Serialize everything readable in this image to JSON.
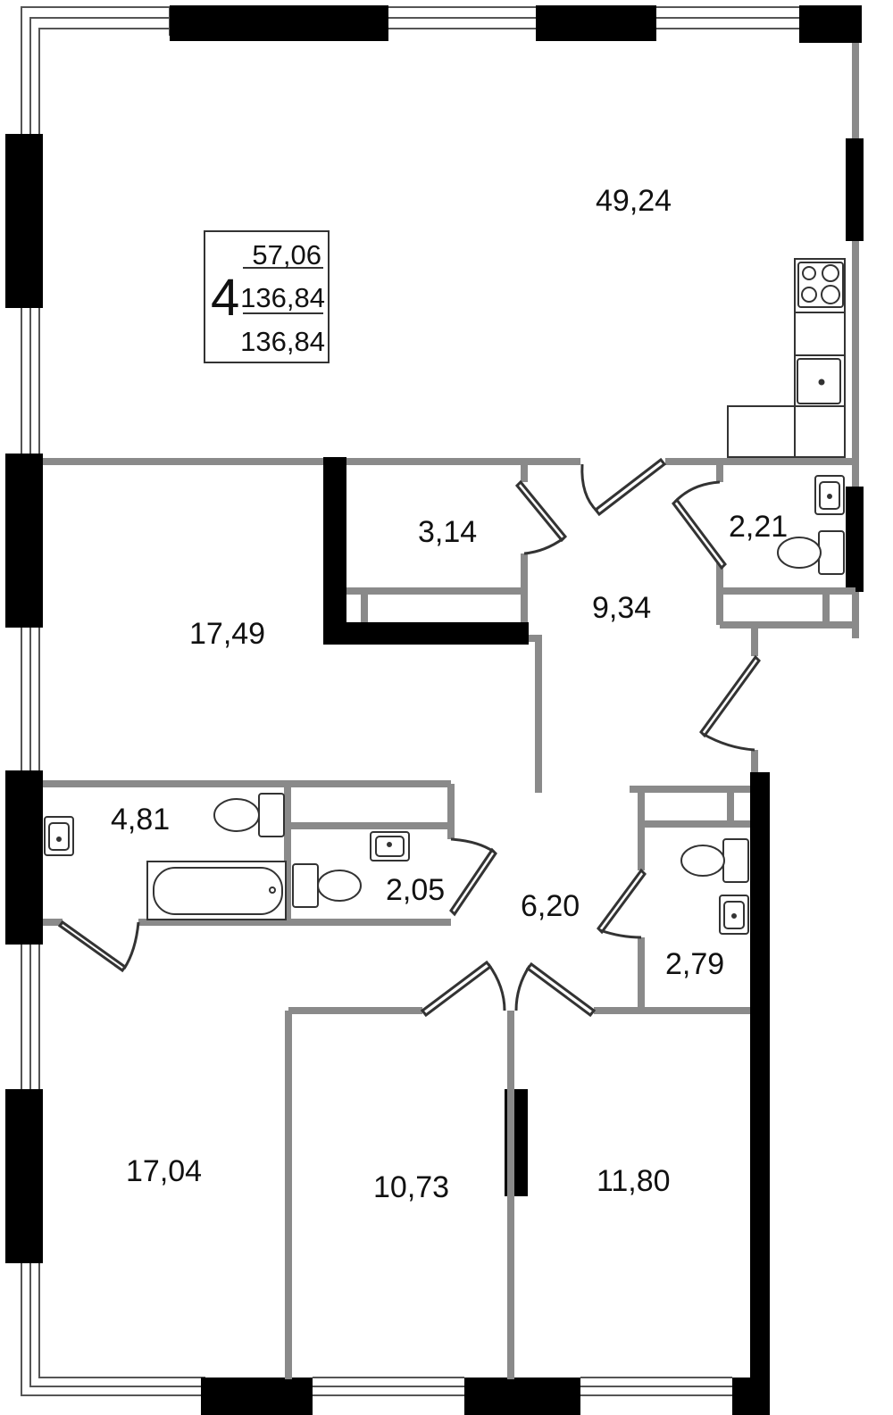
{
  "summary": {
    "rooms": "4",
    "living_area": "57,06",
    "total_area": "136,84",
    "total_area_with_balcony": "136,84"
  },
  "rooms": {
    "living_kitchen": "49,24",
    "storage": "3,14",
    "hall": "9,34",
    "wc_top": "2,21",
    "bedroom_1": "17,49",
    "bathroom_main": "4,81",
    "bathroom_small": "2,05",
    "corridor": "6,20",
    "wc_right": "2,79",
    "bedroom_2": "17,04",
    "bedroom_3": "10,73",
    "bedroom_4": "11,80"
  },
  "colors": {
    "exterior_wall": "#000000",
    "interior_wall": "#8a8a8a",
    "fixture_stroke": "#333333"
  }
}
